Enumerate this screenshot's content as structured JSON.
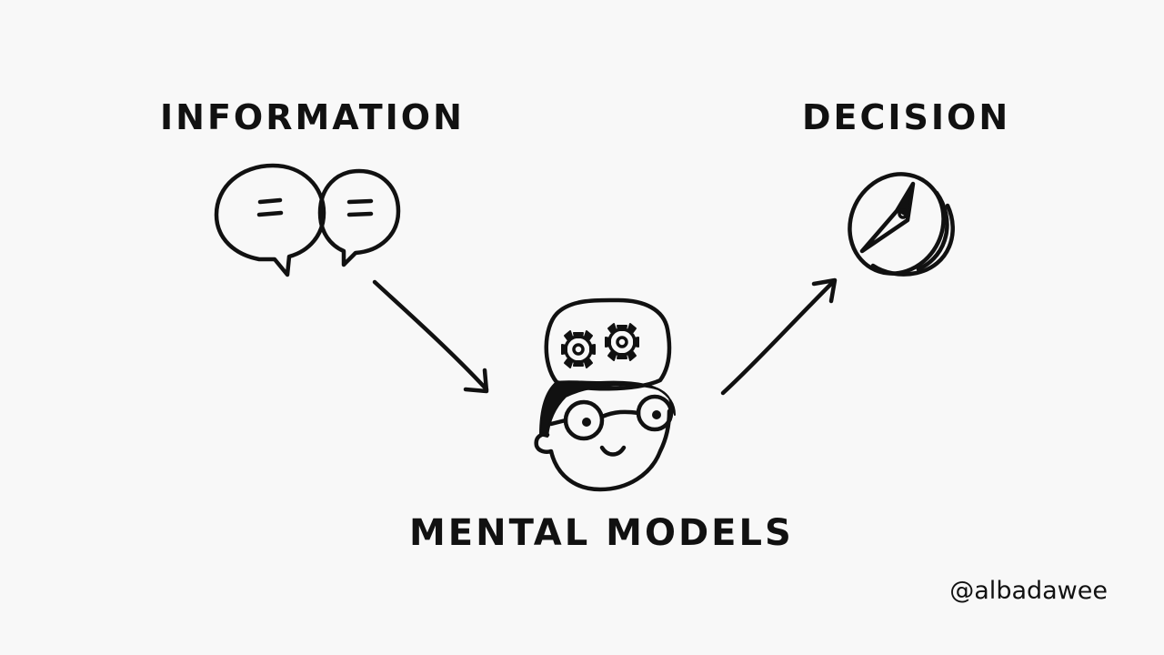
{
  "diagram": {
    "nodes": [
      {
        "id": "information",
        "label": "INFORMATION",
        "icon": "speech-bubbles-icon"
      },
      {
        "id": "mental_models",
        "label": "MENTAL MODELS",
        "icon": "head-with-gears-icon"
      },
      {
        "id": "decision",
        "label": "DECISION",
        "icon": "compass-icon"
      }
    ],
    "edges": [
      {
        "from": "information",
        "to": "mental_models"
      },
      {
        "from": "mental_models",
        "to": "decision"
      }
    ]
  },
  "labels": {
    "information": "INFORMATION",
    "mental_models": "MENTAL MODELS",
    "decision": "DECISION"
  },
  "credit": {
    "handle": "@albadawee"
  },
  "colors": {
    "background": "#f8f8f8",
    "ink": "#111111"
  }
}
